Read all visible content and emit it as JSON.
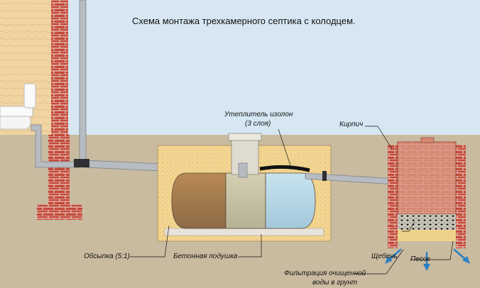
{
  "title": "Схема монтажа трехкамерного септика с колодцем.",
  "labels": {
    "insulation_line1": "Утеплитель изолон",
    "insulation_line2": "(3 слоя)",
    "brick": "Кирпич",
    "backfill": "Обсыпка (5:1)",
    "concrete_pad": "Бетонная подушка",
    "crushed_stone": "Щебень",
    "sand": "Песок",
    "filtration_line1": "Фильтрация очищенной",
    "filtration_line2": "воды в грунт"
  },
  "colors": {
    "sky": "#d6e7f3",
    "ground": "#c9bba0",
    "brick": "#c24a3a",
    "brick_mortar": "#f2e0d6",
    "sand_fill": "#f3d592",
    "wood_wall": "#f0d4a2",
    "pipe": "#b7bcc2",
    "chamber_1": "#a97c4d",
    "chamber_2": "#c9c3a4",
    "chamber_3": "#b6d7e7",
    "well_brick": "#d48872",
    "crushed_stone": "#c8c4b8",
    "sand_layer": "#efd28a",
    "insulation": "#111111",
    "arrow": "#2c7fc4"
  }
}
